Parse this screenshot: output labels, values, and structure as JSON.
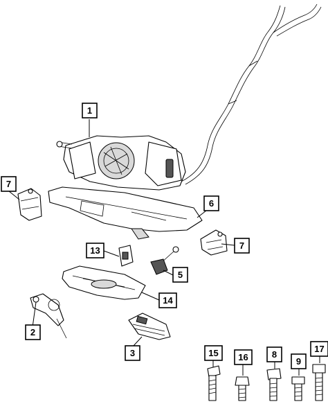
{
  "callouts": [
    {
      "id": "c1",
      "label": "1"
    },
    {
      "id": "c7a",
      "label": "7"
    },
    {
      "id": "c6",
      "label": "6"
    },
    {
      "id": "c7b",
      "label": "7"
    },
    {
      "id": "c13",
      "label": "13"
    },
    {
      "id": "c5",
      "label": "5"
    },
    {
      "id": "c14",
      "label": "14"
    },
    {
      "id": "c2",
      "label": "2"
    },
    {
      "id": "c3",
      "label": "3"
    },
    {
      "id": "c15",
      "label": "15"
    },
    {
      "id": "c16",
      "label": "16"
    },
    {
      "id": "c8",
      "label": "8"
    },
    {
      "id": "c9",
      "label": "9"
    },
    {
      "id": "c17",
      "label": "17"
    }
  ]
}
